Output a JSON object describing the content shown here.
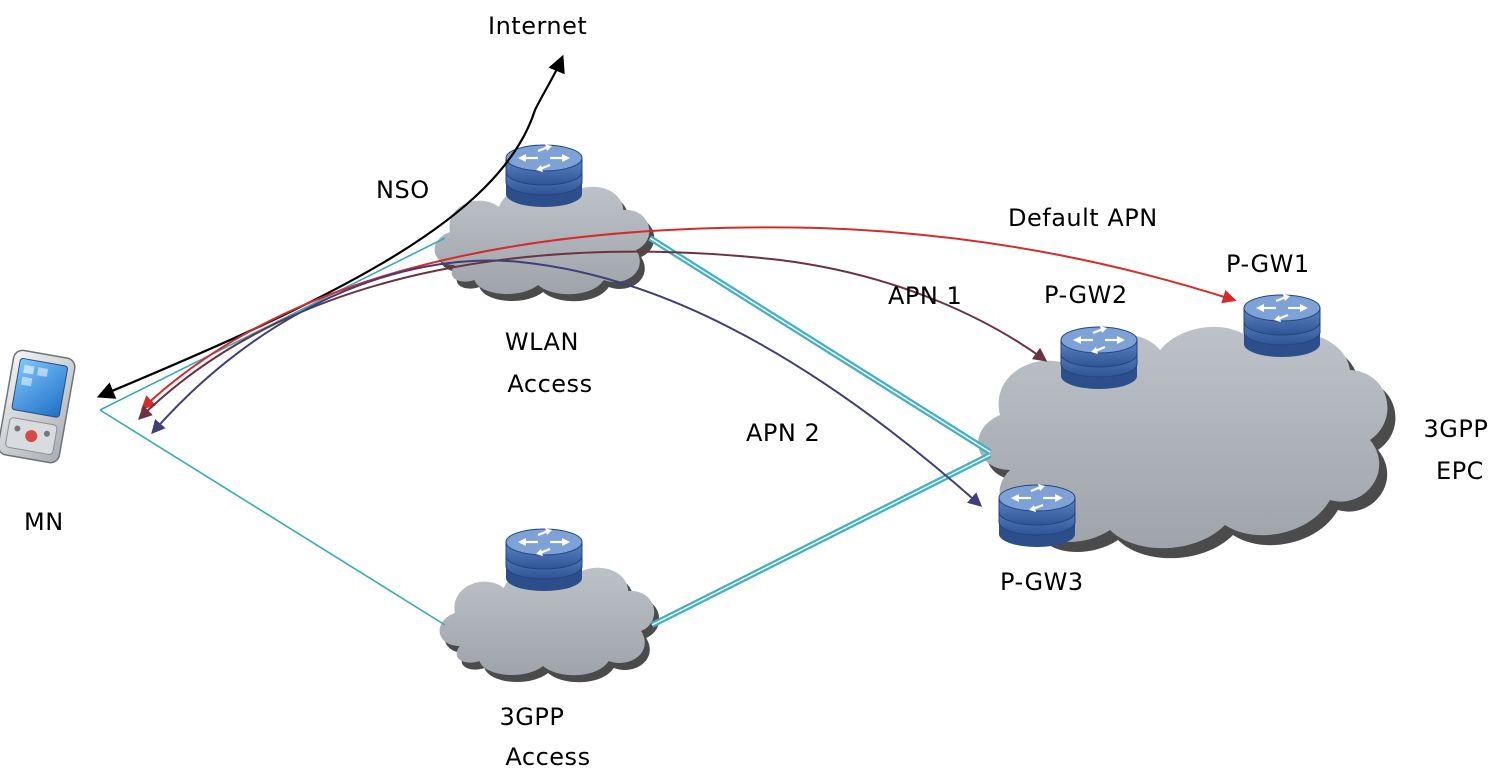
{
  "labels": {
    "internet": "Internet",
    "nso": "NSO",
    "wlan_access_line1": "WLAN",
    "wlan_access_line2": "Access",
    "threegpp_access_line1": "3GPP",
    "threegpp_access_line2": "Access",
    "mn": "MN",
    "default_apn": "Default APN",
    "apn1": "APN 1",
    "apn2": "APN 2",
    "pgw1": "P-GW1",
    "pgw2": "P-GW2",
    "pgw3": "P-GW3",
    "epc_line1": "3GPP",
    "epc_line2": "EPC"
  },
  "colors": {
    "cloud": "#aeb4ba",
    "cloud_shadow": "#4a4a4a",
    "router_top": "#6f93c8",
    "router_body": "#3d64a6",
    "tunnel": "#3fb0c6",
    "access_link": "#35a9bf",
    "default_apn": "#d62b2b",
    "apn1": "#6b3340",
    "apn2": "#3f3f78",
    "nso": "#000000"
  },
  "icons": {
    "mobile_node": "smartphone-icon",
    "router": "router-icon",
    "cloud": "cloud-icon"
  }
}
